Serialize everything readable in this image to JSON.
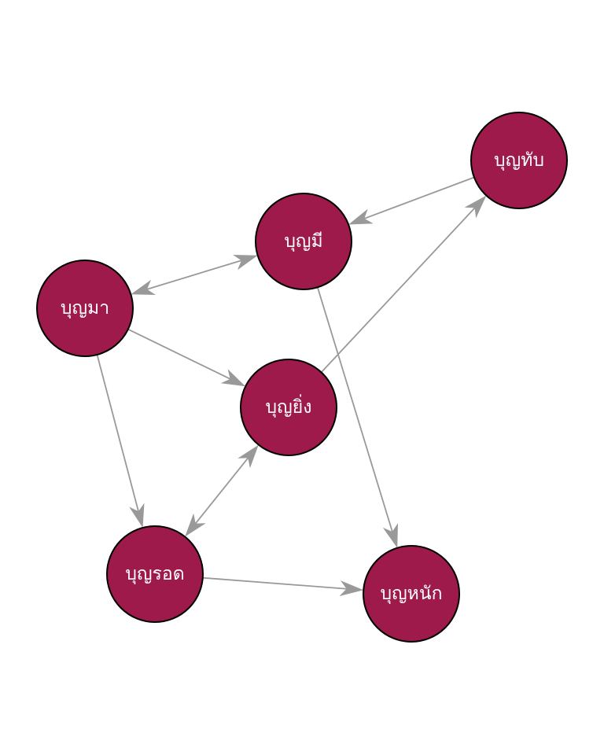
{
  "colors": {
    "node_fill": "#9d1a4a",
    "node_stroke": "#000000",
    "node_text": "#ffffff",
    "edge": "#999999",
    "background": "#ffffff"
  },
  "nodes": [
    {
      "id": "n1",
      "label": "บุญทับ"
    },
    {
      "id": "n2",
      "label": "บุญมี"
    },
    {
      "id": "n3",
      "label": "บุญมา"
    },
    {
      "id": "n4",
      "label": "บุญยิ่ง"
    },
    {
      "id": "n5",
      "label": "บุญรอด"
    },
    {
      "id": "n6",
      "label": "บุญหนัก"
    }
  ],
  "edges": [
    {
      "from": "n1",
      "to": "n2",
      "directed": true,
      "bidirectional": false
    },
    {
      "from": "n3",
      "to": "n2",
      "directed": true,
      "bidirectional": true
    },
    {
      "from": "n3",
      "to": "n4",
      "directed": true,
      "bidirectional": false
    },
    {
      "from": "n3",
      "to": "n5",
      "directed": true,
      "bidirectional": false
    },
    {
      "from": "n4",
      "to": "n1",
      "directed": true,
      "bidirectional": false
    },
    {
      "from": "n2",
      "to": "n6",
      "directed": true,
      "bidirectional": false
    },
    {
      "from": "n5",
      "to": "n4",
      "directed": true,
      "bidirectional": true
    },
    {
      "from": "n5",
      "to": "n6",
      "directed": true,
      "bidirectional": false
    }
  ]
}
